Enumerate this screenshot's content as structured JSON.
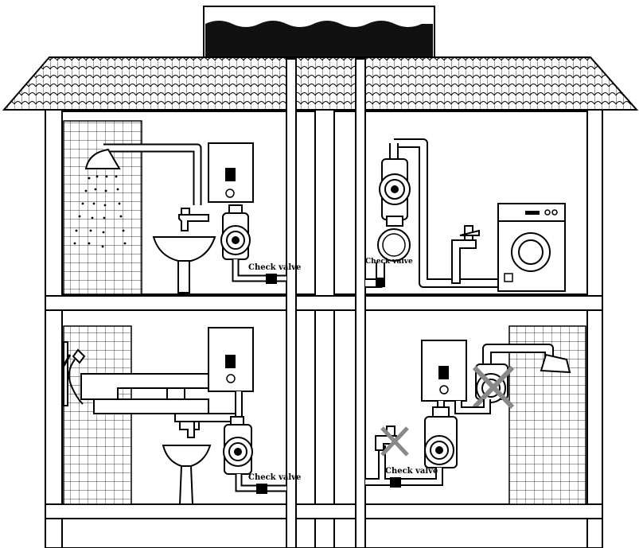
{
  "labels": {
    "check_valve_tl": "Check valve",
    "check_valve_tr": "Check valve",
    "check_valve_bl": "Check valve",
    "check_valve_br": "Check valve"
  },
  "colors": {
    "line": "#000000",
    "background": "#ffffff",
    "tank_water": "#111111",
    "crossed_grey": "#888888"
  },
  "icons": [
    "water-tank",
    "tiled-roof",
    "shower-head",
    "water-heater",
    "booster-pump",
    "faucet",
    "wash-basin",
    "washing-machine",
    "check-valve",
    "hand-shower",
    "crossed-out-mark"
  ]
}
